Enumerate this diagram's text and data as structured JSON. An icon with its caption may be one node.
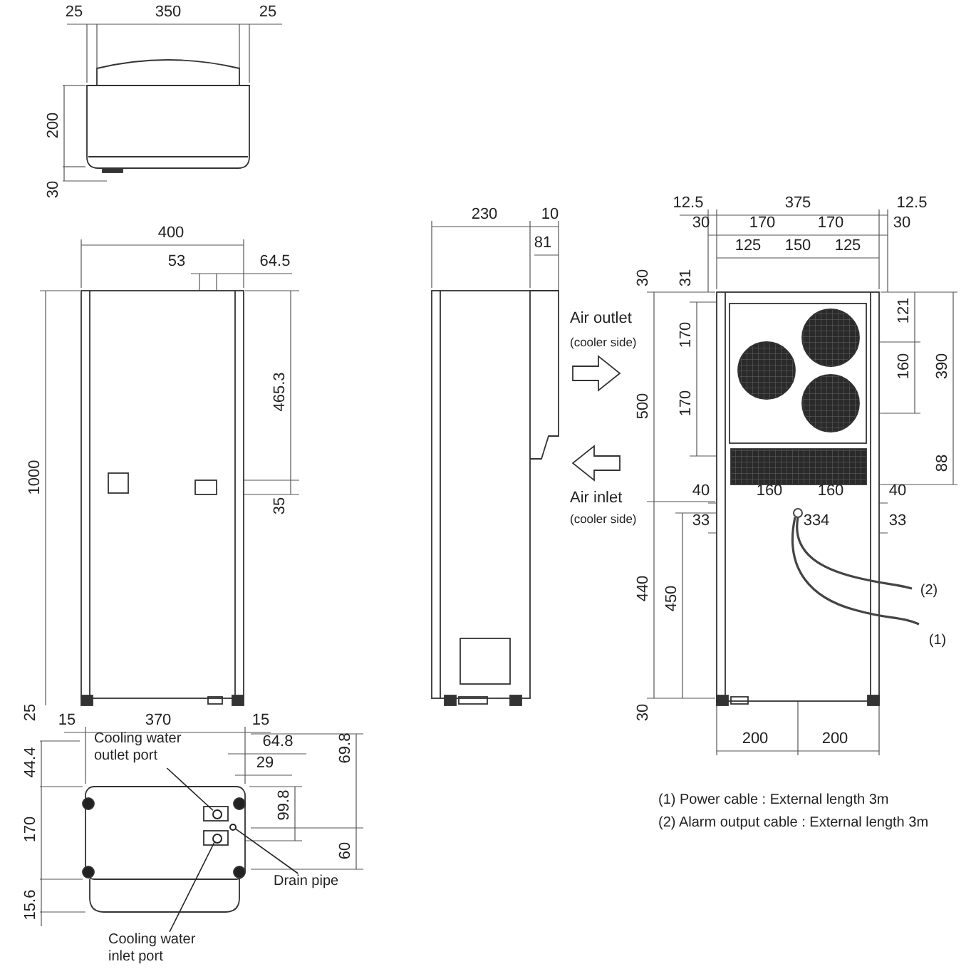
{
  "diagram": {
    "nodes": [
      {
        "text": [
          "Cooling water outlet port"
        ]
      },
      {
        "text": [],
        "shape": "circle"
      },
      {
        "text": [
          "Cooling water inlet port"
        ]
      },
      {
        "text": [],
        "shape": "circle"
      },
      {
        "text": [
          "Drain pipe"
        ]
      },
      {
        "text": [],
        "shape": "circle"
      }
    ],
    "edges": [
      {
        "from": 0,
        "to": 1,
        "arrow": "none"
      },
      {
        "from": 2,
        "to": 3,
        "arrow": "none"
      },
      {
        "from": 4,
        "to": 5,
        "arrow": "none"
      }
    ],
    "labels": [
      "25",
      "350",
      "25",
      "200",
      "30",
      "400",
      "53",
      "64.5",
      "1000",
      "465.3",
      "35",
      "230",
      "10",
      "81",
      "Air outlet",
      "(cooler side)",
      "12.5",
      "375",
      "12.5",
      "30",
      "170",
      "170",
      "30",
      "125",
      "150",
      "125",
      "30",
      "31",
      "121",
      "170",
      "500",
      "160",
      "390",
      "170",
      "Air inlet",
      "(cooler side)",
      "88",
      "40",
      "160",
      "160",
      "40",
      "33",
      "334",
      "33",
      "440",
      "450",
      "(2)",
      "(1)",
      "25",
      "30",
      "200",
      "200",
      "15",
      "370",
      "15",
      "64.8",
      "29",
      "69.8",
      "44.4",
      "99.8",
      "170",
      "60",
      "15.6",
      "(1) Power cable : External length 3m",
      "(2) Alarm output cable : External length 3m"
    ]
  }
}
